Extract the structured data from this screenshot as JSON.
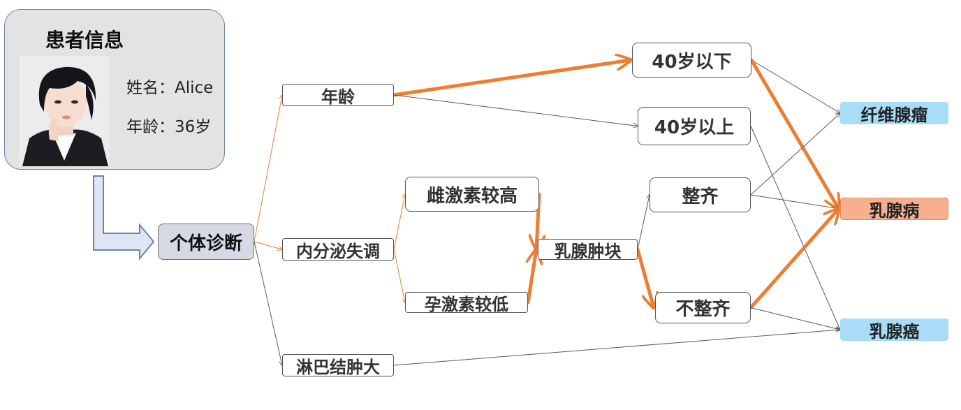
{
  "patient_card": {
    "title": "患者信息",
    "name": "姓名：Alice",
    "age": "年龄：36岁",
    "photo": "portrait-photo"
  },
  "nodes": {
    "individual_diagnosis": "个体诊断",
    "age": "年龄",
    "endocrine_disorder": "内分泌失调",
    "lymph_enlargement": "淋巴结肿大",
    "estrogen_high": "雌激素较高",
    "progesterone_low": "孕激素较低",
    "breast_lump": "乳腺肿块",
    "under_40": "40岁以下",
    "over_40": "40岁以上",
    "regular": "整齐",
    "irregular": "不整齐",
    "fibroadenoma": "纤维腺瘤",
    "breast_disease": "乳腺病",
    "breast_cancer": "乳腺癌"
  },
  "colors": {
    "highlight_arrow": "#ed7d31",
    "normal_arrow": "#595959",
    "root_fill": "#d5d9e3",
    "fibroadenoma_fill": "#a9dcf7",
    "breast_disease_fill": "#f6b08e",
    "breast_cancer_fill": "#a9dcf7"
  },
  "edges": [
    {
      "from": "individual_diagnosis",
      "to": "age",
      "style": "thin-orange"
    },
    {
      "from": "individual_diagnosis",
      "to": "endocrine_disorder",
      "style": "thin-orange"
    },
    {
      "from": "individual_diagnosis",
      "to": "lymph_enlargement",
      "style": "thin"
    },
    {
      "from": "age",
      "to": "under_40",
      "style": "thick-orange"
    },
    {
      "from": "age",
      "to": "over_40",
      "style": "thin"
    },
    {
      "from": "endocrine_disorder",
      "to": "estrogen_high",
      "style": "thin-orange"
    },
    {
      "from": "endocrine_disorder",
      "to": "progesterone_low",
      "style": "thin-orange"
    },
    {
      "from": "estrogen_high",
      "to": "breast_lump",
      "style": "thick-orange"
    },
    {
      "from": "progesterone_low",
      "to": "breast_lump",
      "style": "thick-orange"
    },
    {
      "from": "breast_lump",
      "to": "regular",
      "style": "thin"
    },
    {
      "from": "breast_lump",
      "to": "irregular",
      "style": "thick-orange"
    },
    {
      "from": "under_40",
      "to": "fibroadenoma",
      "style": "thin"
    },
    {
      "from": "under_40",
      "to": "breast_disease",
      "style": "thick-orange"
    },
    {
      "from": "over_40",
      "to": "breast_cancer",
      "style": "thin"
    },
    {
      "from": "regular",
      "to": "fibroadenoma",
      "style": "thin"
    },
    {
      "from": "regular",
      "to": "breast_disease",
      "style": "thin"
    },
    {
      "from": "irregular",
      "to": "breast_disease",
      "style": "thick-orange"
    },
    {
      "from": "irregular",
      "to": "breast_cancer",
      "style": "thin"
    },
    {
      "from": "lymph_enlargement",
      "to": "breast_cancer",
      "style": "thin"
    }
  ]
}
